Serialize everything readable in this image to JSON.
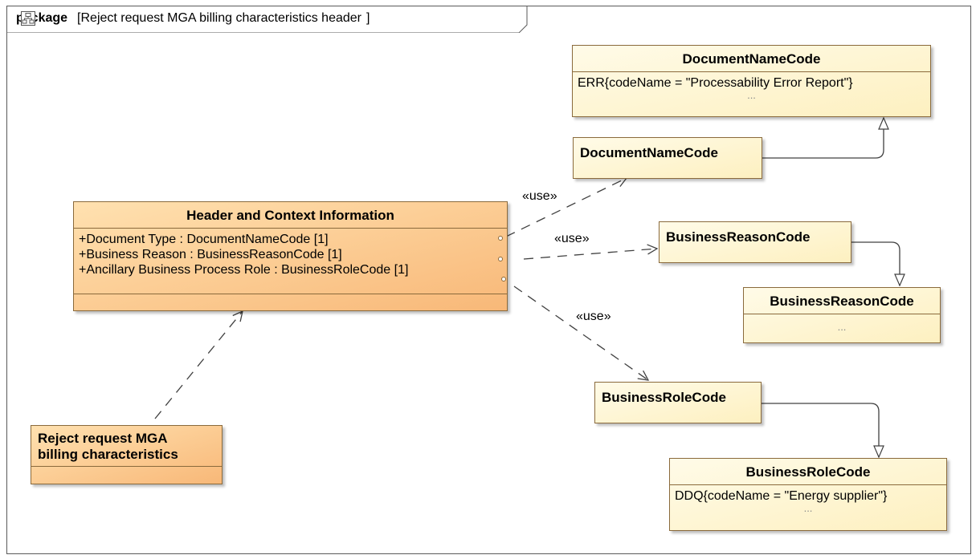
{
  "package": {
    "keyword": "package",
    "bracket_open": "[",
    "title": "Reject request MGA billing characteristics header",
    "bracket_close": "]",
    "icon": "diagram-icon"
  },
  "classes": {
    "doc_code_enum": {
      "name": "DocumentNameCode",
      "literal": "ERR{codeName = \"Processability Error Report\"}",
      "dots": "..."
    },
    "doc_code": {
      "name": "DocumentNameCode"
    },
    "header": {
      "name": "Header and Context Information",
      "attributes": [
        "+Document Type : DocumentNameCode [1]",
        "+Business Reason : BusinessReasonCode [1]",
        "+Ancillary Business Process Role : BusinessRoleCode [1]"
      ]
    },
    "reason_code": {
      "name": "BusinessReasonCode"
    },
    "reason_code_enum": {
      "name": "BusinessReasonCode",
      "dots": "..."
    },
    "role_code": {
      "name": "BusinessRoleCode"
    },
    "role_code_enum": {
      "name": "BusinessRoleCode",
      "literal": "DDQ{codeName = \"Energy supplier\"}",
      "dots": "..."
    },
    "reject": {
      "name_line1": "Reject request MGA",
      "name_line2": "billing characteristics"
    }
  },
  "edges": {
    "use_label": "«use»"
  },
  "colors": {
    "class_fill": "#fdf0c0",
    "class_fill_highlight": "#f8b878",
    "border": "#8a6a3c",
    "line": "#404040"
  }
}
